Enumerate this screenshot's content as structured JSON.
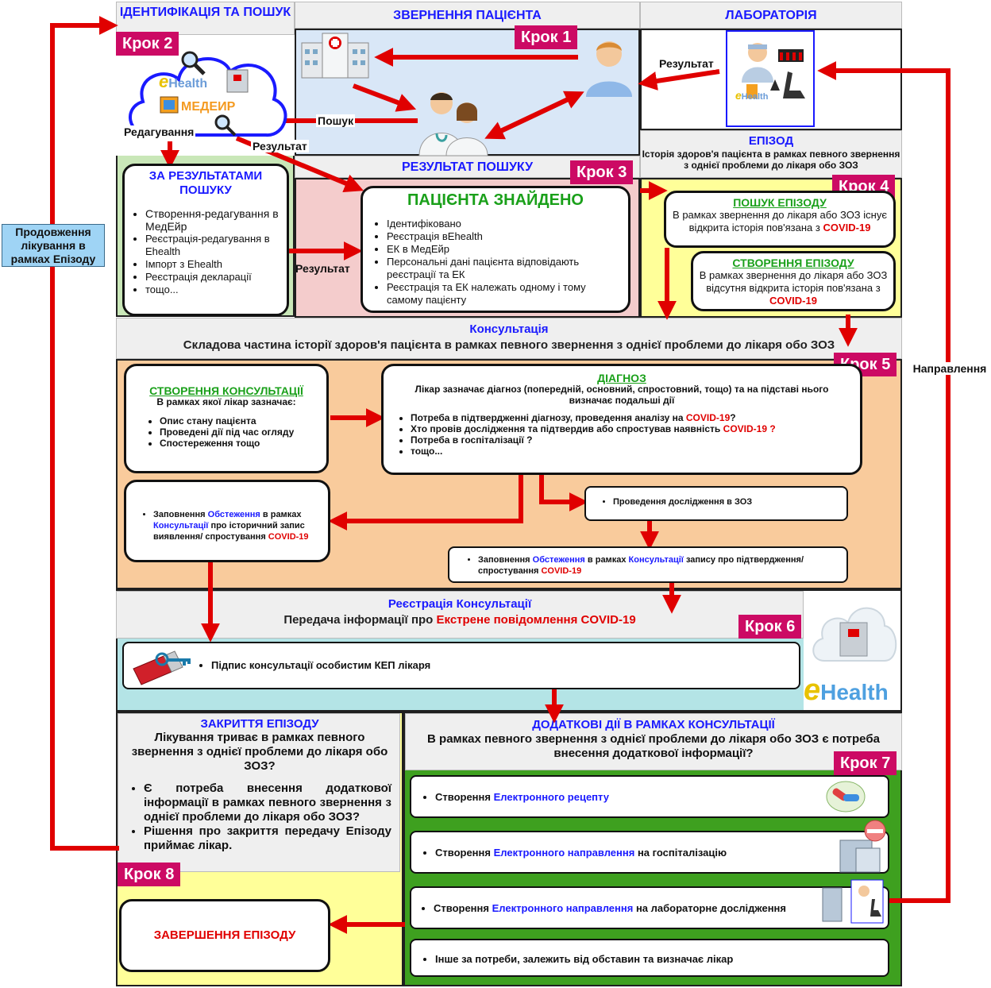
{
  "steps": {
    "s1": "Крок 1",
    "s2": "Крок 2",
    "s3": "Крок 3",
    "s4": "Крок 4",
    "s5": "Крок 5",
    "s6": "Крок 6",
    "s7": "Крок 7",
    "s8": "Крок 8"
  },
  "section1": {
    "title": "ІДЕНТИФІКАЦІЯ ТА ПОШУК",
    "ehealth": "Health",
    "medeir": "МЕДЕИР",
    "edit_label": "Редагування",
    "result_label": "Результат"
  },
  "section_request": {
    "title": "ЗВЕРНЕННЯ ПАЦІЄНТА",
    "search_label": "Пошук"
  },
  "section_lab": {
    "title": "ЛАБОРАТОРІЯ",
    "result_label": "Результат",
    "ehealth": "Health"
  },
  "search_results_box": {
    "title": "ЗА РЕЗУЛЬТАТАМИ ПОШУКУ",
    "items": [
      "Створення-редагування в МедЕйр",
      "Реєстрація-редагування в Ehealth",
      "Імпорт з Ehealth",
      "Реєстрація декларації",
      "тощо..."
    ],
    "result_label": "Результат"
  },
  "search_result": {
    "title": "РЕЗУЛЬТАТ ПОШУКУ",
    "found_title": "ПАЦІЄНТА ЗНАЙДЕНО",
    "items": [
      "Ідентифіковано",
      "Реєстрація вEhealth",
      "ЕК в МедЕйр",
      "Персональні дані пацієнта відповідають реєстрації та ЕК",
      "Реєстрація та ЕК належать одному і тому самому пацієнту"
    ]
  },
  "episode": {
    "title": "ЕПІЗОД",
    "subtitle": "Історія здоров'я пацієнта в рамках певного звернення з однієї проблеми до лікаря обо ЗОЗ",
    "search_title": "ПОШУК ЕПІЗОДУ",
    "search_text": "В рамках звернення до лікаря або ЗОЗ існує відкрита історія пов'язана з",
    "create_title": "СТВОРЕННЯ ЕПІЗОДУ",
    "create_text": "В рамках звернення до лікаря або ЗОЗ відсутня відкрита історія пов'язана з",
    "covid": "COVID-19"
  },
  "consultation": {
    "title": "Консультація",
    "subtitle": "Складова частина історії здоров'я пацієнта в рамках певного звернення з однієї проблеми до лікаря обо ЗОЗ",
    "create_title": "СТВОРЕННЯ КОНСУЛЬТАЦІЇ",
    "create_sub": "В рамках якої лікар зазначає:",
    "create_items": [
      "Опис стану пацієнта",
      "Проведені дії під час огляду",
      "Спостереження тощо"
    ],
    "diag_title": "ДІАГНОЗ",
    "diag_text": "Лікар зазначає діагноз (попередній, основний, спростовний, тощо) та на підставі нього визначає подальші дії",
    "diag_item1": "Потреба в підтвердженні діагнозу, проведення аналізу на",
    "diag_item2": "Хто провів дослідження та підтвердив або спростував наявність",
    "diag_item3": "Потреба в госпіталізації ?",
    "diag_item4": "тощо...",
    "covid": "COVID-19",
    "q": "?",
    "obs_left_a": "Заповнення",
    "obs_left_b": "Обстеження",
    "obs_left_c": "в рамках",
    "obs_left_d": "Консультації",
    "obs_left_e": "про історичний запис виявлення/ спростування",
    "research": "Проведення дослідження в ЗОЗ",
    "obs_right_a": "Заповнення",
    "obs_right_b": "Обстеження",
    "obs_right_c": "в рамках",
    "obs_right_d": "Консультації",
    "obs_right_e": "запису про підтвердження/ спростування"
  },
  "registration": {
    "title": "Реєстрація Консультації",
    "subtitle_a": "Передача інформації про",
    "subtitle_b": "Екстрене повідомлення COVID-19",
    "sign": "Підпис консультації особистим КЕП лікаря",
    "ehealth": "Health"
  },
  "closing": {
    "title": "ЗАКРИТТЯ ЕПІЗОДУ",
    "text": "Лікування триває в рамках певного звернення з однієї проблеми до лікаря обо ЗОЗ?",
    "items": [
      "Є потреба внесення додаткової інформації в рамках певного звернення з однієї проблеми до лікаря обо ЗОЗ?",
      "Рішення про закриття передачу Епізоду приймає лікар."
    ],
    "finish": "ЗАВЕРШЕННЯ ЕПІЗОДУ"
  },
  "additional": {
    "title": "ДОДАТКОВІ ДІЇ В РАМКАХ КОНСУЛЬТАЦІЇ",
    "subtitle": "В рамках певного звернення з однієї проблеми до лікаря обо ЗОЗ є потреба внесення додаткової інформації?",
    "create": "Створення",
    "recipe": "Електронного рецепту",
    "referral": "Електронного направлення",
    "hosp": "на госпіталізацію",
    "lab": "на лабораторне дослідження",
    "other": "Інше за потреби, залежить від обставин та визначає лікар"
  },
  "side": {
    "continue": "Продовження лікування в рамках Епізоду",
    "referral": "Направлення"
  },
  "colors": {
    "arrow": "#e00000",
    "step": "#cc0a64",
    "green_panel": "#c9e7b8",
    "blue_panel": "#d9e7f7",
    "pink_panel": "#f4cccc",
    "yellow_panel": "#ffff99",
    "orange_panel": "#f9cb9c",
    "teal_panel": "#b4e4e6",
    "dark_green": "#3ea01f",
    "light_yellow": "#ffff99"
  }
}
